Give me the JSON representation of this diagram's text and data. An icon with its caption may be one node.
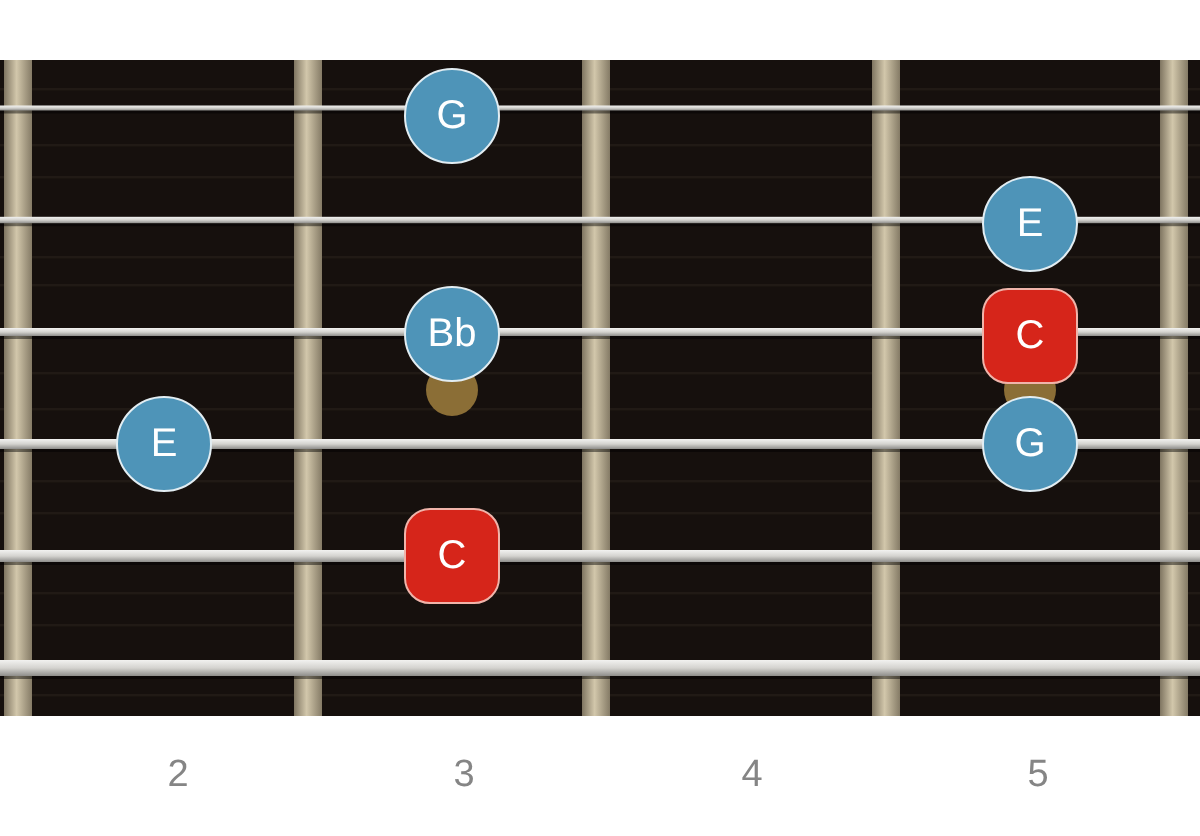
{
  "diagram": {
    "nodes": [
      {
        "text": [
          "G"
        ]
      },
      {
        "text": [
          "E"
        ]
      },
      {
        "text": [
          "Bb"
        ]
      },
      {
        "text": [
          "C"
        ]
      },
      {
        "text": [
          "E"
        ]
      },
      {
        "text": [
          "G"
        ]
      },
      {
        "text": [
          "C"
        ]
      }
    ],
    "labels": [
      "2",
      "3",
      "4",
      "5"
    ]
  }
}
